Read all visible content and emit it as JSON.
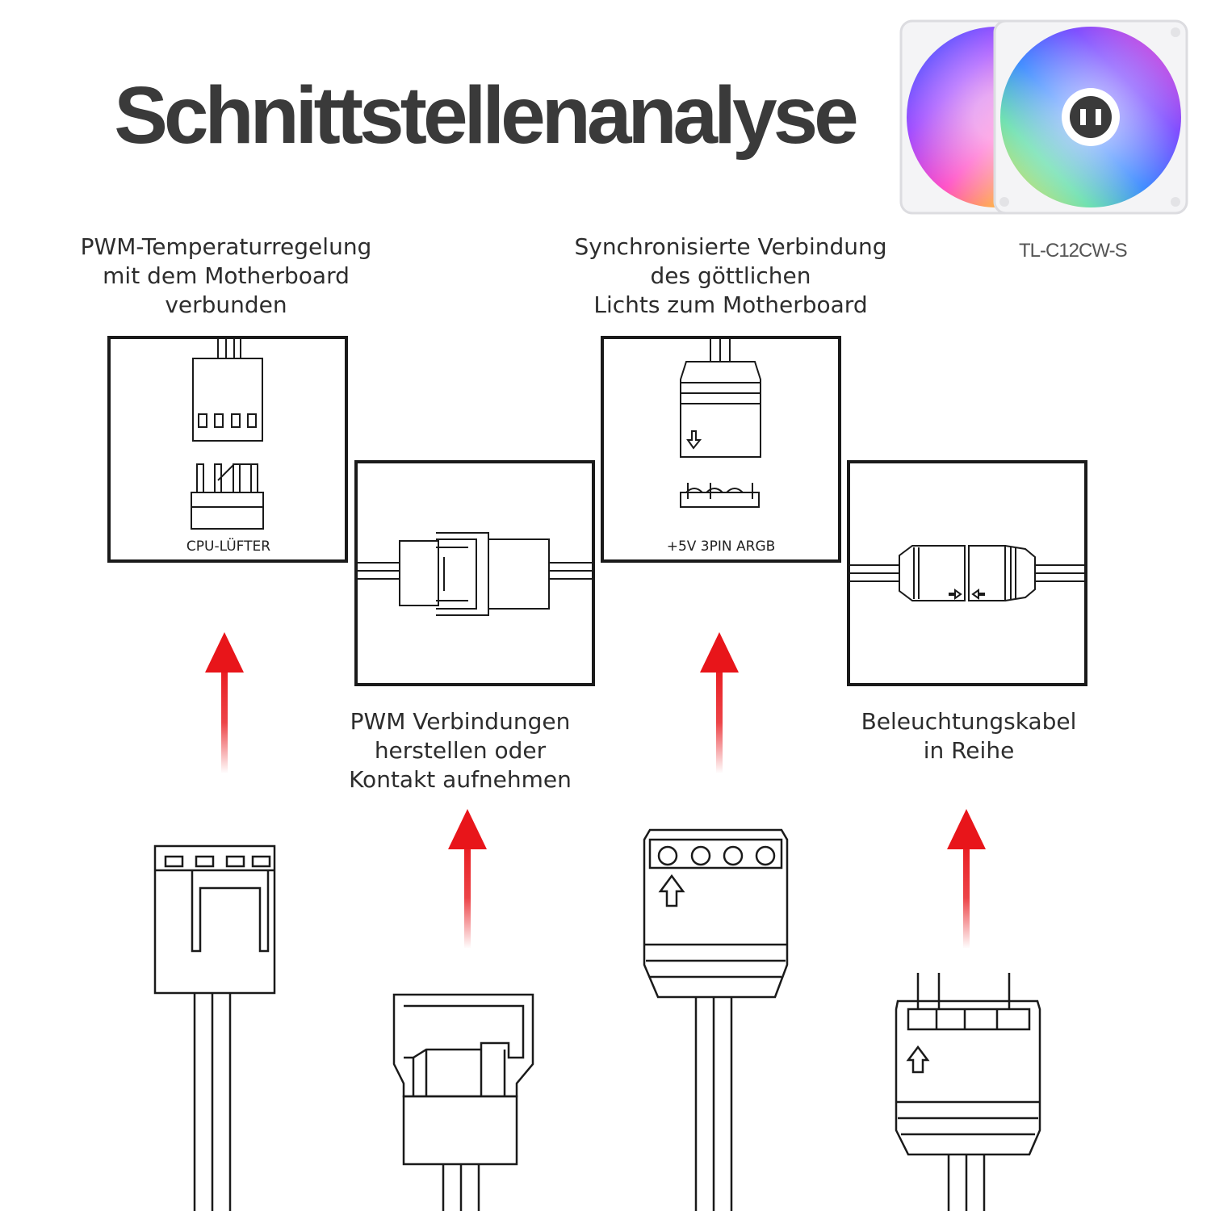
{
  "title": "Schnittstellenanalyse",
  "model": "TL-C12CW-S",
  "captions": {
    "pwm_motherboard": "PWM-Temperaturregelung\nmit dem Motherboard\nverbunden",
    "argb_motherboard": "Synchronisierte Verbindung\ndes göttlichen\nLichts zum Motherboard",
    "pwm_connect": "PWM Verbindungen\nherstellen oder\nKontakt aufnehmen",
    "light_series": "Beleuchtungskabel\nin Reihe"
  },
  "labels": {
    "cpu_fan": "CPU-LÜFTER",
    "argb_header": "+5V 3PIN ARGB"
  },
  "colors": {
    "arrow": "#e8151a",
    "line": "#1a1a1a"
  }
}
